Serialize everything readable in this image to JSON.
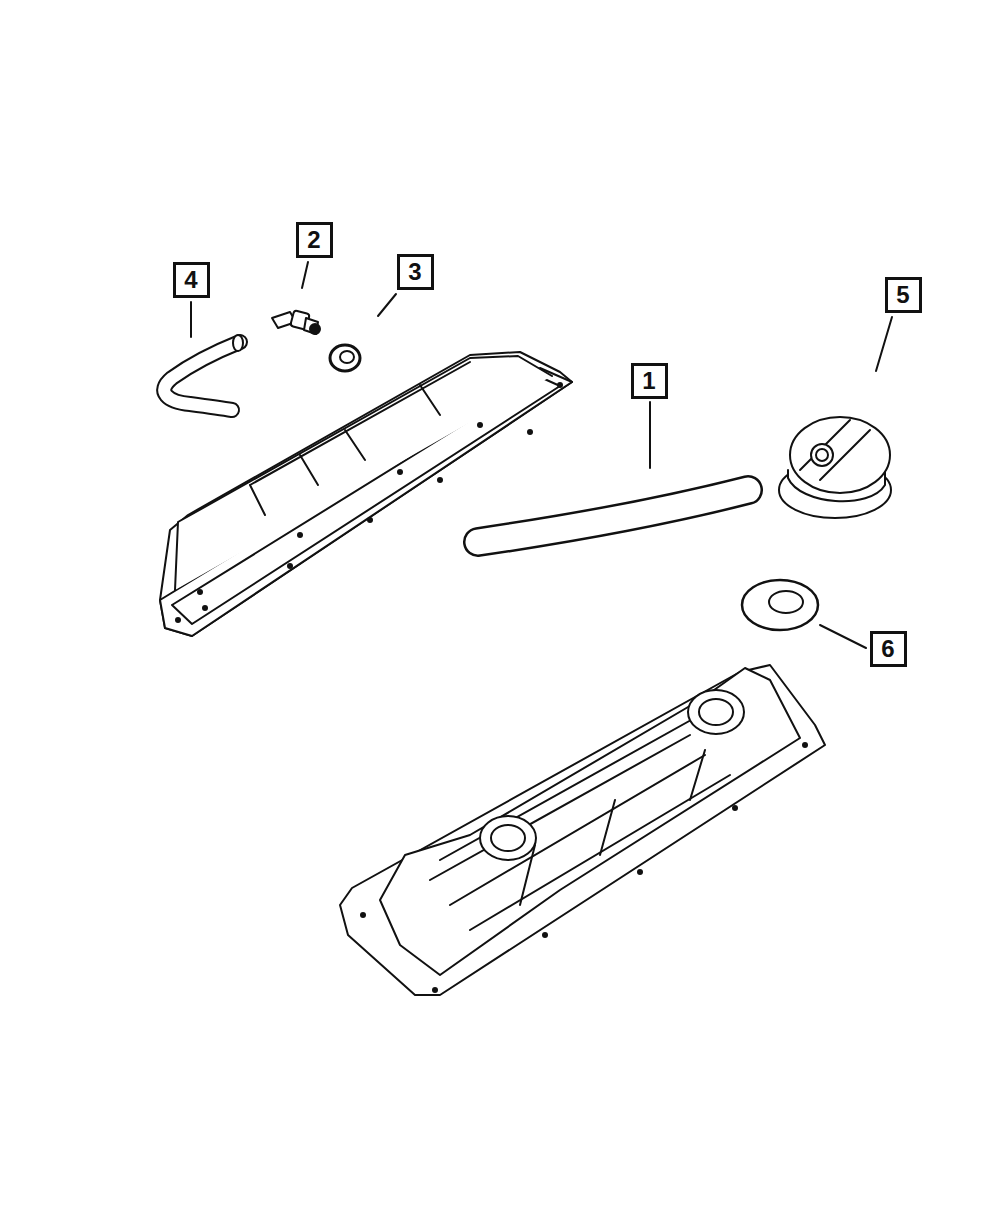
{
  "diagram": {
    "nodes": [
      {
        "text": [
          "2"
        ]
      },
      {
        "text": [
          "3"
        ]
      },
      {
        "text": [
          "4"
        ]
      },
      {
        "text": [
          "5"
        ]
      },
      {
        "text": [
          "1"
        ]
      },
      {
        "text": [
          "6"
        ]
      }
    ]
  }
}
